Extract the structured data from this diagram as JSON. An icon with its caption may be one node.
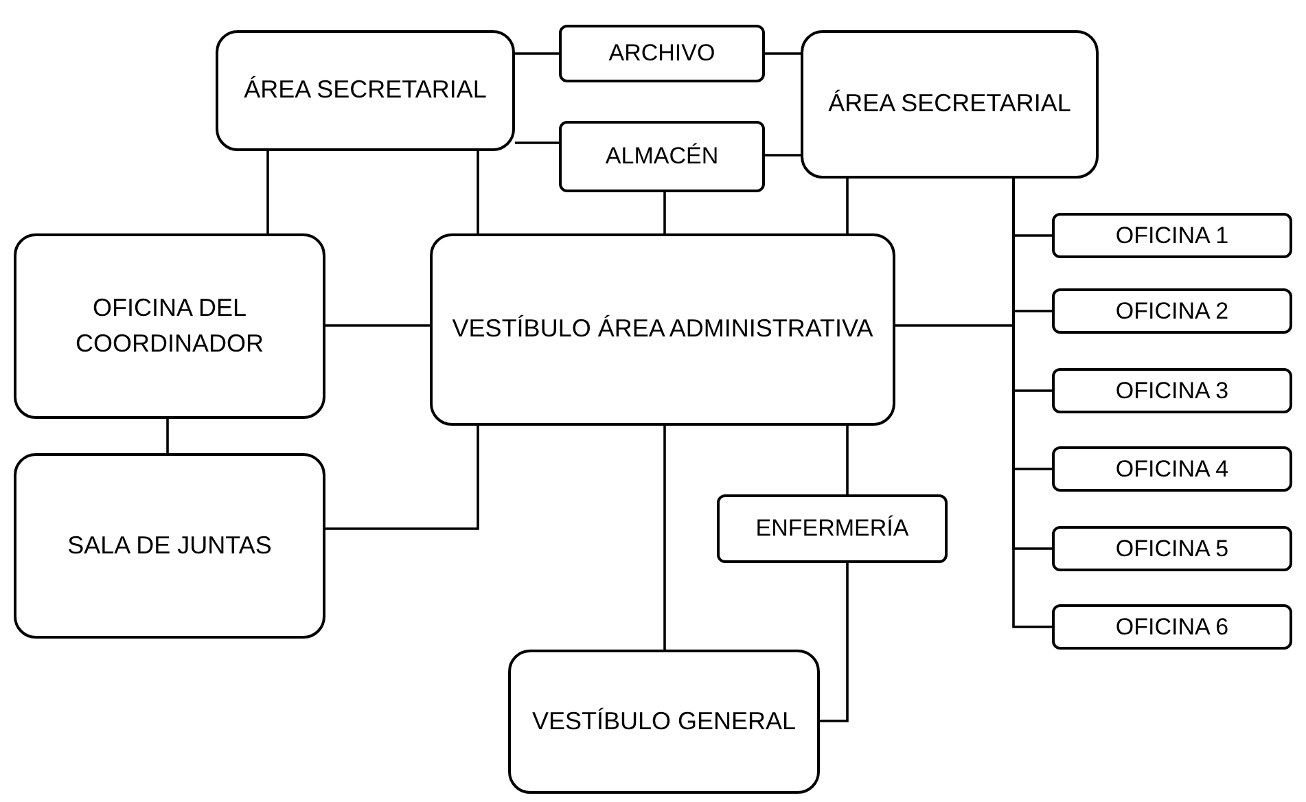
{
  "diagram": {
    "nodes": [
      {
        "text": [
          "ÁREA SECRETARIAL"
        ]
      },
      {
        "text": [
          "ARCHIVO"
        ]
      },
      {
        "text": [
          "ÁREA SECRETARIAL"
        ]
      },
      {
        "text": [
          "ALMACÉN"
        ]
      },
      {
        "text": [
          "OFICINA DEL COORDINADOR"
        ]
      },
      {
        "text": [
          "VESTÍBULO ÁREA ADMINISTRATIVA"
        ]
      },
      {
        "text": [
          "OFICINA 1"
        ]
      },
      {
        "text": [
          "OFICINA 2"
        ]
      },
      {
        "text": [
          "OFICINA 3"
        ]
      },
      {
        "text": [
          "OFICINA 4"
        ]
      },
      {
        "text": [
          "OFICINA 5"
        ]
      },
      {
        "text": [
          "OFICINA 6"
        ]
      },
      {
        "text": [
          "SALA DE JUNTAS"
        ]
      },
      {
        "text": [
          "ENFERMERÍA"
        ]
      },
      {
        "text": [
          "VESTÍBULO GENERAL"
        ]
      }
    ],
    "edges": [
      {
        "from": 0,
        "to": 1,
        "arrow": "none"
      },
      {
        "from": 1,
        "to": 2,
        "arrow": "none"
      },
      {
        "from": 0,
        "to": 3,
        "arrow": "none"
      },
      {
        "from": 3,
        "to": 2,
        "arrow": "none"
      },
      {
        "from": 0,
        "to": 4,
        "arrow": "none"
      },
      {
        "from": 0,
        "to": 5,
        "arrow": "none"
      },
      {
        "from": 3,
        "to": 5,
        "arrow": "none"
      },
      {
        "from": 2,
        "to": 5,
        "arrow": "none"
      },
      {
        "from": 2,
        "to": 6,
        "arrow": "none"
      },
      {
        "from": 2,
        "to": 7,
        "arrow": "none"
      },
      {
        "from": 2,
        "to": 8,
        "arrow": "none"
      },
      {
        "from": 2,
        "to": 9,
        "arrow": "none"
      },
      {
        "from": 2,
        "to": 10,
        "arrow": "none"
      },
      {
        "from": 2,
        "to": 11,
        "arrow": "none"
      },
      {
        "from": 4,
        "to": 5,
        "arrow": "none"
      },
      {
        "from": 5,
        "to": 2,
        "arrow": "none"
      },
      {
        "from": 4,
        "to": 12,
        "arrow": "none"
      },
      {
        "from": 12,
        "to": 5,
        "arrow": "none"
      },
      {
        "from": 5,
        "to": 14,
        "arrow": "none"
      },
      {
        "from": 5,
        "to": 13,
        "arrow": "none"
      },
      {
        "from": 13,
        "to": 14,
        "arrow": "none"
      }
    ]
  }
}
